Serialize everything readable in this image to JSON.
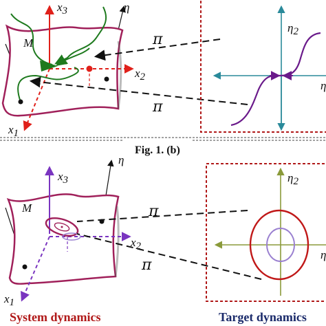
{
  "colors": {
    "manifold": "#a0205a",
    "axis_red": "#e0201a",
    "axis_purple": "#7a35c0",
    "axis_teal": "#2a8a9a",
    "axis_olive": "#8a9a3a",
    "traj_green": "#1e7a1e",
    "curve_purple": "#6a1a8a",
    "frame_red": "#b01818",
    "caption_sys": "#b01818",
    "caption_tgt": "#1a2a6a"
  },
  "panel_top": {
    "manifold_label": "M",
    "axis_x1": "x",
    "axis_x1_sub": "1",
    "axis_x2": "x",
    "axis_x2_sub": "2",
    "axis_x3": "x",
    "axis_x3_sub": "3",
    "axis_eta": "η",
    "map_label_upper": "π",
    "map_label_lower": "π",
    "target_axis_eta2": "η",
    "target_axis_eta2_sub": "2",
    "target_axis_right": "η"
  },
  "caption_middle": "Fig. 1. (b)",
  "panel_bottom": {
    "manifold_label": "M",
    "axis_x1": "x",
    "axis_x1_sub": "1",
    "axis_x2": "x",
    "axis_x2_sub": "2",
    "axis_x3": "x",
    "axis_x3_sub": "3",
    "axis_eta": "η",
    "map_label_upper": "π",
    "map_label_lower": "π",
    "target_axis_eta2": "η",
    "target_axis_eta2_sub": "2",
    "target_axis_right": "η"
  },
  "footer": {
    "system_label": "System dynamics",
    "target_label": "Target dynamics"
  }
}
